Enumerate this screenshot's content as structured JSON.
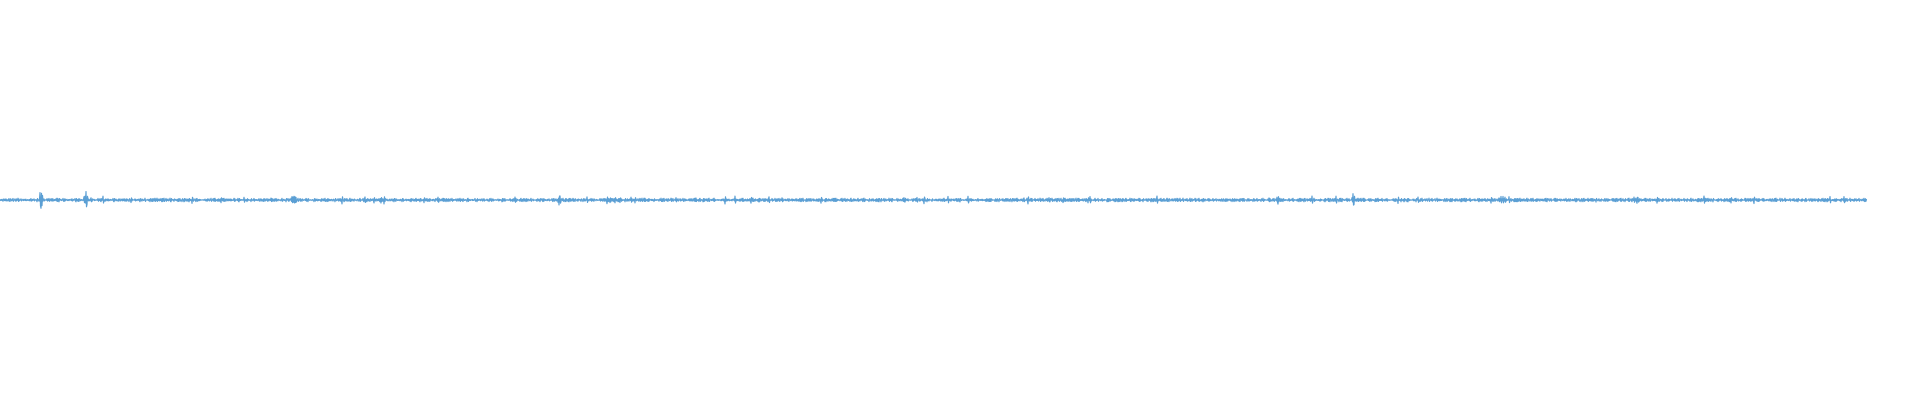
{
  "waveform": {
    "color": "#5b9fd4",
    "background": "#ffffff",
    "baseline": 0.0,
    "amplitude_range": [
      -1.0,
      1.0
    ],
    "spikes": [
      {
        "position": 0.022,
        "amplitude": 0.55
      },
      {
        "position": 0.046,
        "amplitude": 0.4
      },
      {
        "position": 0.158,
        "amplitude": 0.22
      },
      {
        "position": 0.3,
        "amplitude": 0.28
      },
      {
        "position": 0.484,
        "amplitude": 0.18
      },
      {
        "position": 0.685,
        "amplitude": 0.16
      },
      {
        "position": 0.725,
        "amplitude": 0.34
      },
      {
        "position": 0.877,
        "amplitude": 0.14
      }
    ]
  }
}
